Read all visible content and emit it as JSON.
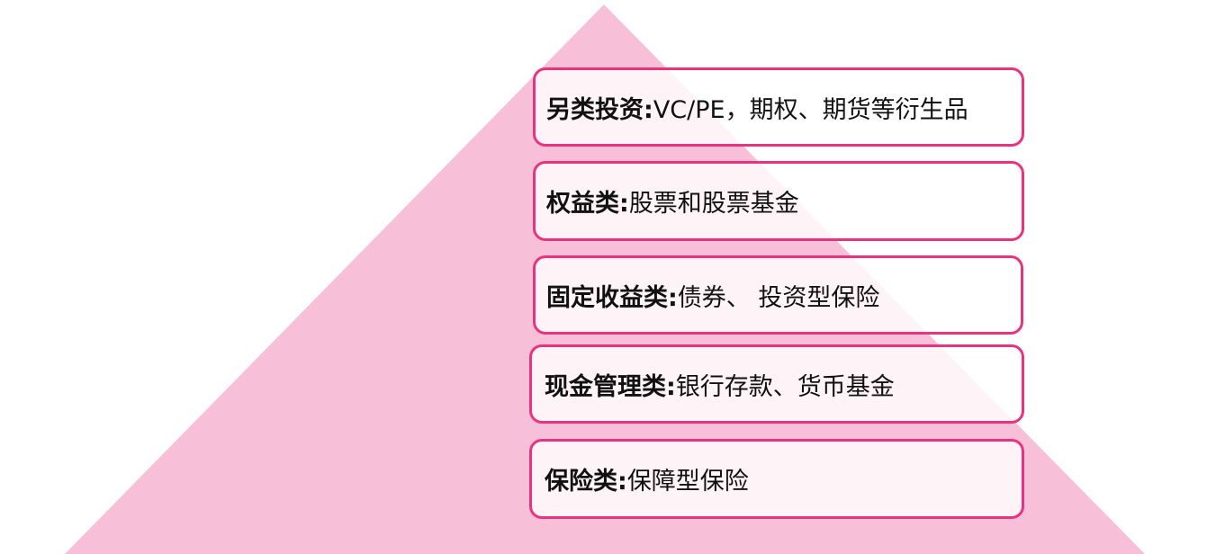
{
  "colors": {
    "pyramid_fill": "#f8bfd8",
    "border": "#e8347f",
    "box_fill": "#ffffff",
    "text": "#111111"
  },
  "tiers": [
    {
      "category": "另类投资:",
      "description": " VC/PE，期权、期货等衍生品"
    },
    {
      "category": "权益类:",
      "description": " 股票和股票基金"
    },
    {
      "category": "固定收益类:",
      "description": " 债券、 投资型保险"
    },
    {
      "category": "现金管理类:",
      "description": " 银行存款、货币基金"
    },
    {
      "category": "保险类:",
      "description": "  保障型保险"
    }
  ]
}
